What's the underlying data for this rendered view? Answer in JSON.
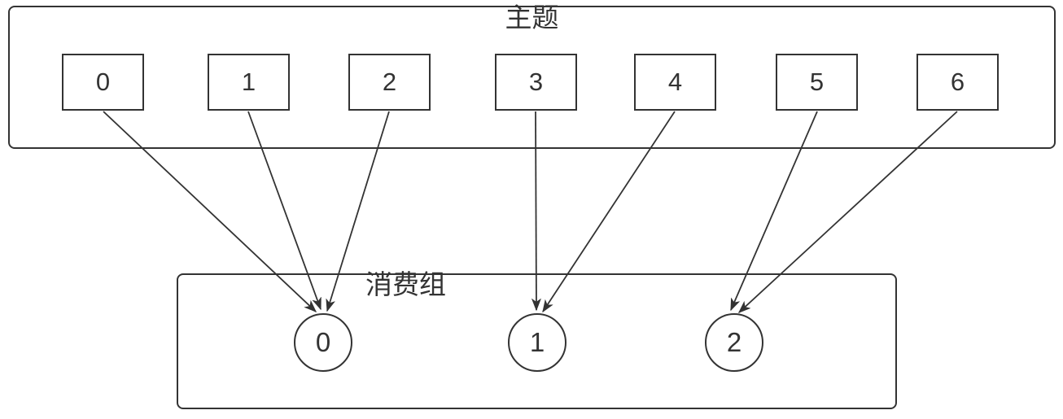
{
  "topic": {
    "label": "主题",
    "partitions": [
      "0",
      "1",
      "2",
      "3",
      "4",
      "5",
      "6"
    ]
  },
  "consumer_group": {
    "label": "消费组",
    "consumers": [
      "0",
      "1",
      "2"
    ]
  },
  "assignments": [
    {
      "from_partition": "0",
      "to_consumer": "0"
    },
    {
      "from_partition": "1",
      "to_consumer": "0"
    },
    {
      "from_partition": "2",
      "to_consumer": "0"
    },
    {
      "from_partition": "3",
      "to_consumer": "1"
    },
    {
      "from_partition": "4",
      "to_consumer": "1"
    },
    {
      "from_partition": "5",
      "to_consumer": "2"
    },
    {
      "from_partition": "6",
      "to_consumer": "2"
    }
  ],
  "colors": {
    "stroke": "#333333",
    "text": "#333333",
    "background": "#ffffff"
  }
}
